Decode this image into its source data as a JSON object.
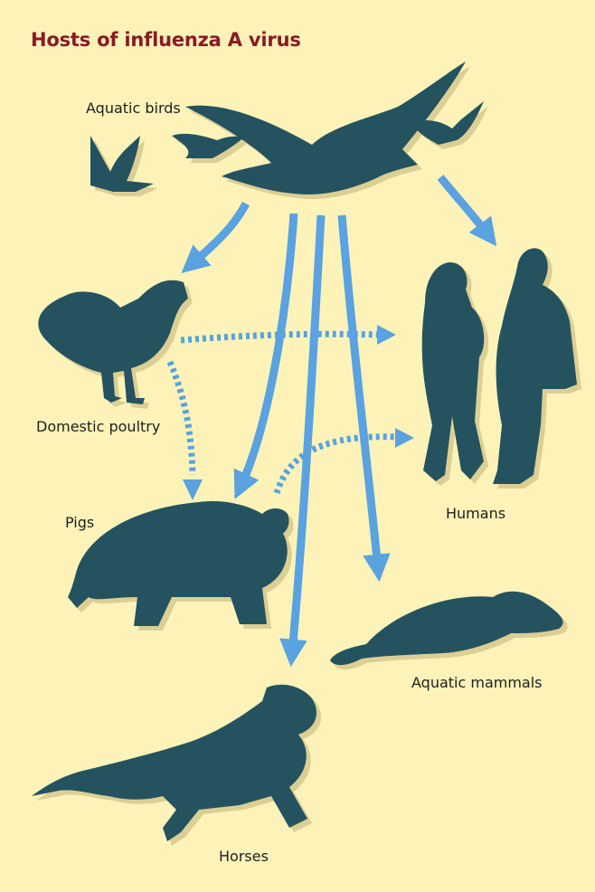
{
  "title": "Hosts of influenza A virus",
  "colors": {
    "background": "#fdf3b9",
    "title": "#8a1a23",
    "silhouette": "#24535f",
    "shadow": "#dccf93",
    "arrow": "#5aa2e0"
  },
  "hosts": {
    "aquatic_birds": "Aquatic birds",
    "domestic_poultry": "Domestic poultry",
    "pigs": "Pigs",
    "humans": "Humans",
    "aquatic_mammals": "Aquatic mammals",
    "horses": "Horses"
  },
  "transmissions": [
    {
      "from": "Aquatic birds",
      "to": "Domestic poultry",
      "style": "solid"
    },
    {
      "from": "Aquatic birds",
      "to": "Pigs",
      "style": "solid"
    },
    {
      "from": "Aquatic birds",
      "to": "Horses",
      "style": "solid"
    },
    {
      "from": "Aquatic birds",
      "to": "Aquatic mammals",
      "style": "solid"
    },
    {
      "from": "Aquatic birds",
      "to": "Humans",
      "style": "solid"
    },
    {
      "from": "Domestic poultry",
      "to": "Humans",
      "style": "dotted"
    },
    {
      "from": "Domestic poultry",
      "to": "Pigs",
      "style": "dotted"
    },
    {
      "from": "Pigs",
      "to": "Humans",
      "style": "dotted"
    }
  ]
}
